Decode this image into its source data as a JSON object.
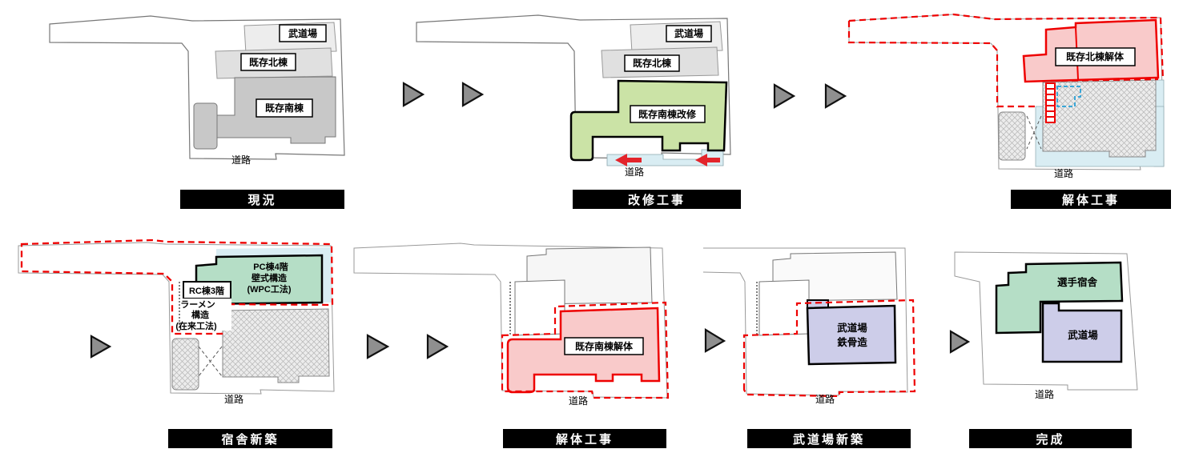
{
  "panels": {
    "p1": {
      "title": "現況",
      "road": "道路",
      "budokan": "武道場",
      "north": "既存北棟",
      "south": "既存南棟"
    },
    "p2": {
      "title": "改修工事",
      "road": "道路",
      "budokan": "武道場",
      "north": "既存北棟",
      "south_renovation": "既存南棟改修"
    },
    "p3": {
      "title": "解体工事",
      "road": "道路",
      "north_demolition": "既存北棟解体"
    },
    "p4": {
      "title": "宿舎新築",
      "road": "道路",
      "pc_line1": "PC棟4階",
      "pc_line2": "壁式構造",
      "pc_line3": "(WPC工法)",
      "rc_line1": "RC棟3階",
      "rc_line2": "ラーメン",
      "rc_line3": "構造",
      "rc_line4": "(在来工法)"
    },
    "p5": {
      "title": "解体工事",
      "road": "道路",
      "south_demolition": "既存南棟解体"
    },
    "p6": {
      "title": "武道場新築",
      "road": "道路",
      "budokan_line1": "武道場",
      "budokan_line2": "鉄骨造"
    },
    "p7": {
      "title": "完成",
      "road": "道路",
      "dormitory": "選手宿舎",
      "budokan": "武道場"
    }
  },
  "colors": {
    "site_outline": "#777777",
    "existing_gray": "#c8c8c8",
    "existing_light_gray": "#e5e5e5",
    "renovation_green": "#cbe3a6",
    "new_build_mint": "#b5dec6",
    "budokan_lavender": "#cdcde9",
    "demolition_fill": "#f9caca",
    "demolition_red": "#ee0000",
    "water_blue": "#d9edf3",
    "blue_dash": "#3ba6d6",
    "arrow_gray": "#8f8f8f",
    "red_arrow": "#e3242b",
    "title_bg": "#000000",
    "title_fg": "#ffffff"
  }
}
